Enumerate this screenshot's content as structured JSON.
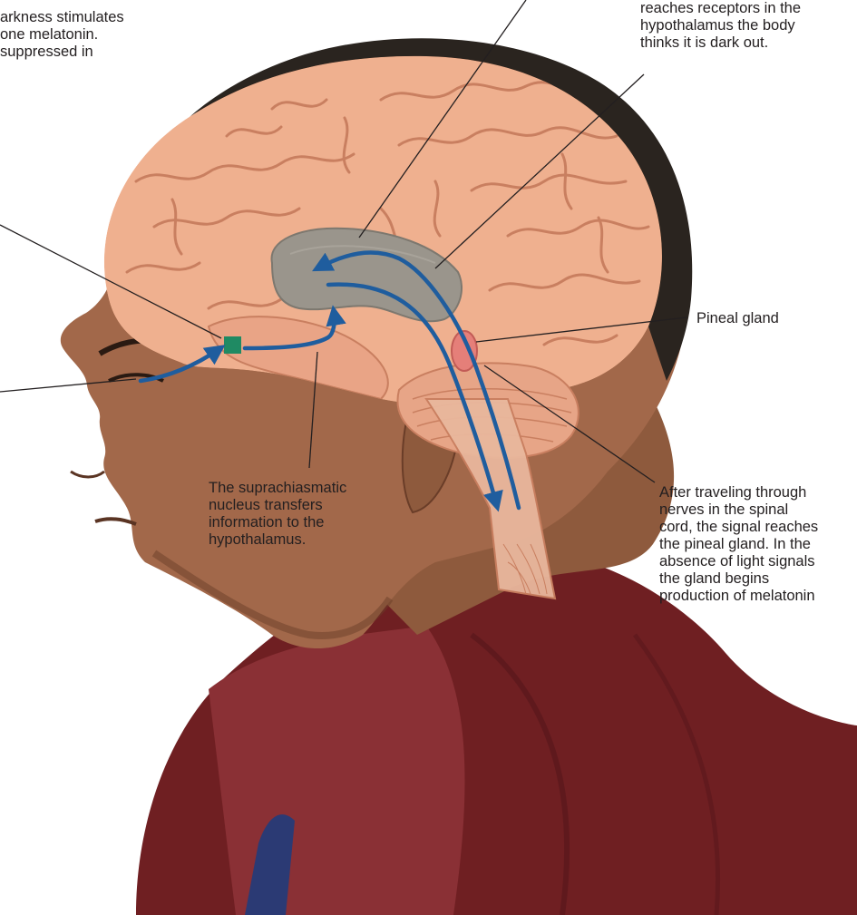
{
  "colors": {
    "skin": "#a2684a",
    "skin_shadow": "#6a3d28",
    "hair": "#2a241f",
    "shirt": "#6f1f22",
    "shirt_light": "#8a3035",
    "brain": "#efb08f",
    "brain_fold": "#c97f60",
    "hypothalamus": "#9a958c",
    "pineal": "#e57f79",
    "scn": "#1f8a63",
    "arrow": "#1f5d9e",
    "leader_line": "#231f20",
    "text": "#231f20"
  },
  "icons": [
    "brain-illustration",
    "head-silhouette",
    "suprachiasmatic-nucleus-marker",
    "pineal-gland-marker",
    "signal-arrow"
  ],
  "labels": {
    "top_left": {
      "lines": [
        "arkness stimulates",
        "one melatonin.",
        "suppressed in"
      ]
    },
    "top_right": {
      "lines": [
        "reaches receptors in the",
        "hypothalamus the body",
        "thinks it is dark out."
      ]
    },
    "pineal": {
      "lines": [
        "Pineal gland"
      ]
    },
    "scn": {
      "lines": [
        "The suprachiasmatic",
        "nucleus transfers",
        "information to the",
        "hypothalamus."
      ]
    },
    "spinal": {
      "lines": [
        "After traveling through",
        "nerves in the spinal",
        "cord, the signal reaches",
        "the pineal gland. In the",
        "absence of light signals",
        "the gland begins",
        "production of melatonin"
      ]
    }
  }
}
